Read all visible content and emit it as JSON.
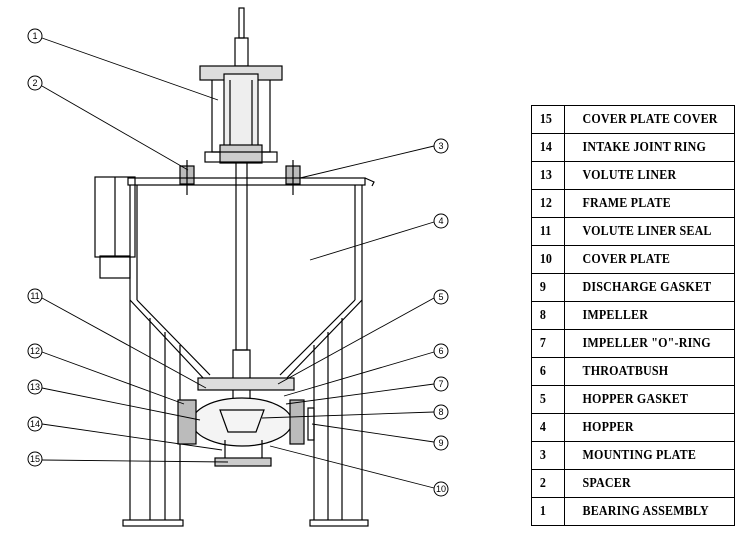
{
  "callouts": [
    "1",
    "2",
    "3",
    "4",
    "5",
    "6",
    "7",
    "8",
    "9",
    "10",
    "11",
    "12",
    "13",
    "14",
    "15"
  ],
  "parts_list": [
    {
      "no": "15",
      "name": "COVER PLATE COVER"
    },
    {
      "no": "14",
      "name": "INTAKE JOINT RING"
    },
    {
      "no": "13",
      "name": "VOLUTE LINER"
    },
    {
      "no": "12",
      "name": "FRAME PLATE"
    },
    {
      "no": "11",
      "name": "VOLUTE LINER SEAL"
    },
    {
      "no": "10",
      "name": "COVER PLATE"
    },
    {
      "no": "9",
      "name": "DISCHARGE GASKET"
    },
    {
      "no": "8",
      "name": "IMPELLER"
    },
    {
      "no": "7",
      "name": "IMPELLER \"O\"-RING"
    },
    {
      "no": "6",
      "name": "THROATBUSH"
    },
    {
      "no": "5",
      "name": "HOPPER GASKET"
    },
    {
      "no": "4",
      "name": "HOPPER"
    },
    {
      "no": "3",
      "name": "MOUNTING PLATE"
    },
    {
      "no": "2",
      "name": "SPACER"
    },
    {
      "no": "1",
      "name": "BEARING ASSEMBLY"
    }
  ]
}
